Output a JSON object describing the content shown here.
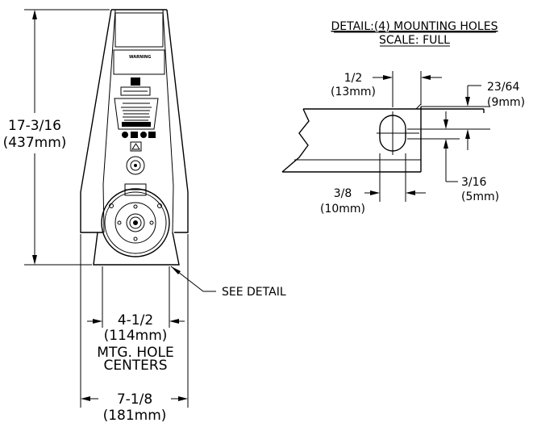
{
  "overall_height": {
    "imperial": "17-3/16",
    "metric": "(437mm)"
  },
  "mtg_hole_centers": {
    "imperial": "4-1/2",
    "metric": "(114mm)",
    "label_line1": "MTG. HOLE",
    "label_line2": "CENTERS"
  },
  "overall_width": {
    "imperial": "7-1/8",
    "metric": "(181mm)"
  },
  "see_detail": "SEE DETAIL",
  "device_labels": {
    "warning": "WARNING"
  },
  "detail": {
    "title": "DETAIL:(4) MOUNTING HOLES",
    "scale": "SCALE: FULL",
    "slot_length": {
      "imperial": "1/2",
      "metric": "(13mm)"
    },
    "edge_offset": {
      "imperial": "23/64",
      "metric": "(9mm)"
    },
    "slot_width": {
      "imperial": "3/16",
      "metric": "(5mm)"
    },
    "slot_center": {
      "imperial": "3/8",
      "metric": "(10mm)"
    }
  }
}
